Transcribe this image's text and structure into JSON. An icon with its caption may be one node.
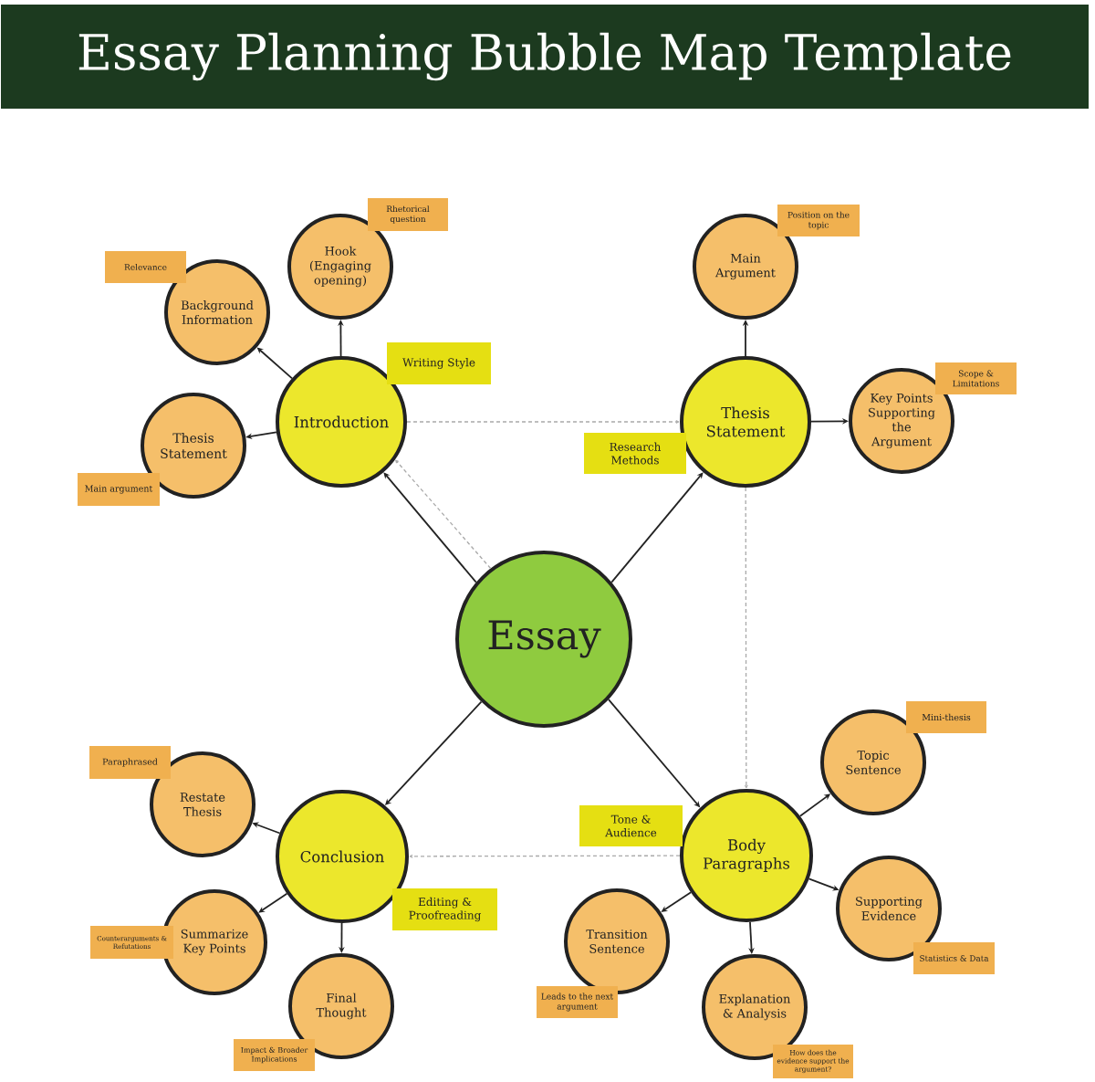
{
  "diagram": {
    "title": "Essay Planning Bubble Map Template",
    "nodes": [
      {
        "text": [
          "Essay"
        ]
      },
      {
        "text": [
          "Introduction"
        ]
      },
      {
        "text": [
          "Writing Style"
        ]
      },
      {
        "text": [
          "Hook (Engaging opening)"
        ]
      },
      {
        "text": [
          "Rhetorical question"
        ]
      },
      {
        "text": [
          "Background Information"
        ]
      },
      {
        "text": [
          "Relevance"
        ]
      },
      {
        "text": [
          "Thesis Statement"
        ]
      },
      {
        "text": [
          "Main argument"
        ]
      },
      {
        "text": [
          "Thesis Statement"
        ]
      },
      {
        "text": [
          "Research Methods"
        ]
      },
      {
        "text": [
          "Main Argument"
        ]
      },
      {
        "text": [
          "Position on the topic"
        ]
      },
      {
        "text": [
          "Key Points Supporting the Argument"
        ]
      },
      {
        "text": [
          "Scope & Limitations"
        ]
      },
      {
        "text": [
          "Body Paragraphs"
        ]
      },
      {
        "text": [
          "Tone & Audience"
        ]
      },
      {
        "text": [
          "Topic Sentence"
        ]
      },
      {
        "text": [
          "Mini-thesis"
        ]
      },
      {
        "text": [
          "Supporting Evidence"
        ]
      },
      {
        "text": [
          "Statistics & Data"
        ]
      },
      {
        "text": [
          "Explanation & Analysis"
        ]
      },
      {
        "text": [
          "How does the evidence support the argument?"
        ]
      },
      {
        "text": [
          "Transition Sentence"
        ]
      },
      {
        "text": [
          "Leads to the next argument"
        ]
      },
      {
        "text": [
          "Conclusion"
        ]
      },
      {
        "text": [
          "Editing & Proofreading"
        ]
      },
      {
        "text": [
          "Restate Thesis"
        ]
      },
      {
        "text": [
          "Paraphrased"
        ]
      },
      {
        "text": [
          "Summarize Key Points"
        ]
      },
      {
        "text": [
          "Counterarguments & Refutations"
        ]
      },
      {
        "text": [
          "Final Thought"
        ]
      },
      {
        "text": [
          "Impact & Broader Implications"
        ]
      }
    ],
    "edges": [
      {
        "from": 0,
        "to": 1,
        "arrow": "to"
      },
      {
        "from": 0,
        "to": 9,
        "arrow": "to"
      },
      {
        "from": 0,
        "to": 15,
        "arrow": "to"
      },
      {
        "from": 0,
        "to": 25,
        "arrow": "to"
      },
      {
        "from": 0,
        "to": 1,
        "arrow": "to",
        "style": "dashed",
        "color": "#a9a9a9"
      },
      {
        "from": 1,
        "to": 9,
        "arrow": "to",
        "style": "dashed",
        "color": "#a9a9a9"
      },
      {
        "from": 9,
        "to": 15,
        "arrow": "to",
        "style": "dashed",
        "color": "#a9a9a9"
      },
      {
        "from": 15,
        "to": 25,
        "arrow": "to",
        "style": "dashed",
        "color": "#a9a9a9"
      },
      {
        "from": 1,
        "to": 3,
        "arrow": "to"
      },
      {
        "from": 1,
        "to": 5,
        "arrow": "to"
      },
      {
        "from": 1,
        "to": 7,
        "arrow": "to"
      },
      {
        "from": 9,
        "to": 11,
        "arrow": "to"
      },
      {
        "from": 9,
        "to": 13,
        "arrow": "to"
      },
      {
        "from": 15,
        "to": 17,
        "arrow": "to"
      },
      {
        "from": 15,
        "to": 19,
        "arrow": "to"
      },
      {
        "from": 15,
        "to": 21,
        "arrow": "to"
      },
      {
        "from": 15,
        "to": 23,
        "arrow": "to"
      },
      {
        "from": 25,
        "to": 27,
        "arrow": "to"
      },
      {
        "from": 25,
        "to": 29,
        "arrow": "to"
      },
      {
        "from": 25,
        "to": 31,
        "arrow": "to"
      }
    ]
  }
}
